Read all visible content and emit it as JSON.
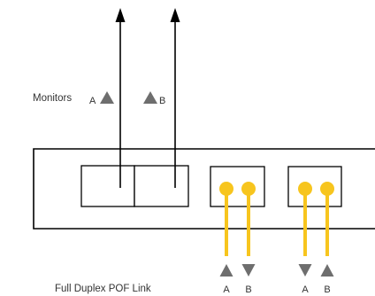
{
  "labels": {
    "monitors": "Monitors",
    "monitor_a": "A",
    "monitor_b": "B",
    "link_caption": "Full Duplex POF Link",
    "port1_a": "A",
    "port1_b": "B",
    "port2_a": "A",
    "port2_b": "B"
  },
  "colors": {
    "line": "#000000",
    "fiber": "#f7c51e",
    "triangle": "#6e6e6e",
    "text": "#333333"
  }
}
